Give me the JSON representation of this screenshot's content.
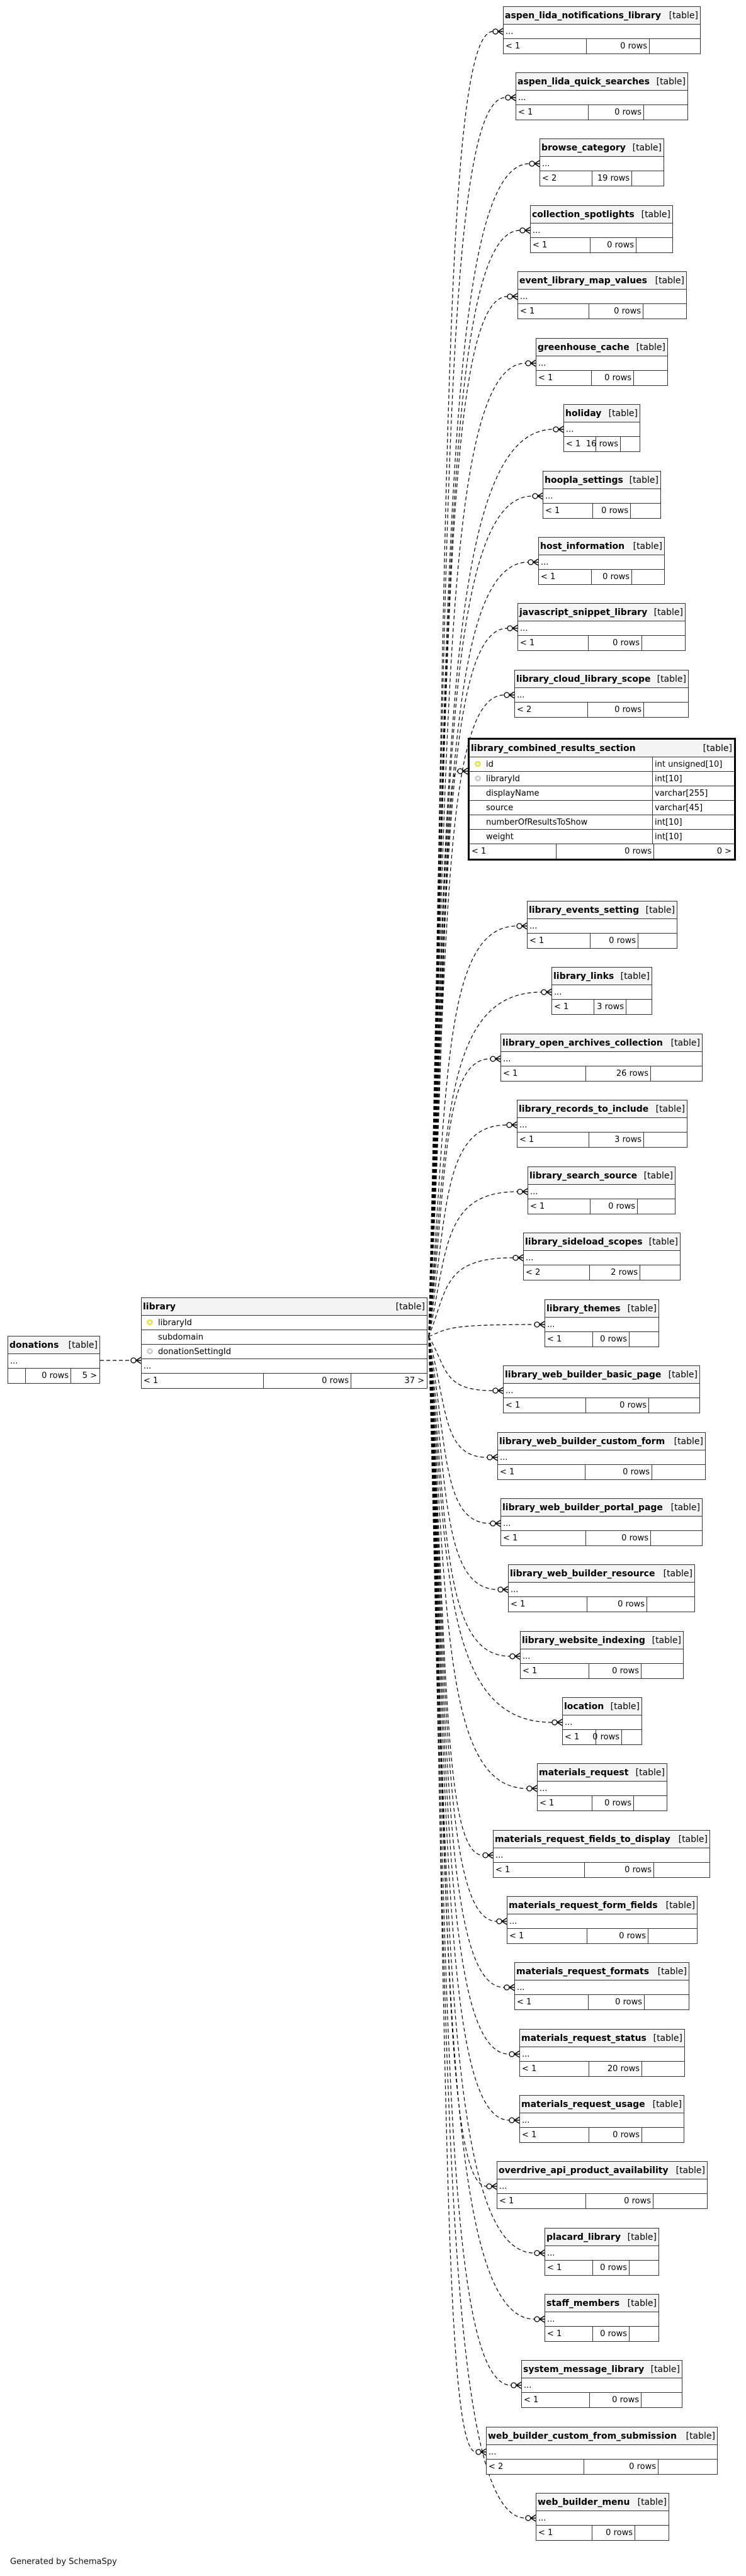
{
  "diagram": {
    "kind_label": "[table]",
    "ellipsis": "...",
    "footer": "Generated by SchemaSpy",
    "colors": {
      "primary_key": "#d8d800",
      "foreign_key": "#b8b8b8",
      "header_bg": "#f4f4f4"
    },
    "focus_table": {
      "name": "library",
      "columns": [
        {
          "name": "libraryId",
          "key": "primary-key"
        },
        {
          "name": "subdomain",
          "key": ""
        },
        {
          "name": "donationSettingId",
          "key": "foreign-key"
        }
      ],
      "parents": "< 1",
      "rows": "0 rows",
      "children": "37 >"
    },
    "parent_tables": [
      {
        "name": "donations",
        "parents": "",
        "rows": "0 rows",
        "children": "5 >"
      }
    ],
    "detailed_child": {
      "name": "library_combined_results_section",
      "columns": [
        {
          "name": "id",
          "type": "int unsigned[10]",
          "key": "primary-key"
        },
        {
          "name": "libraryId",
          "type": "int[10]",
          "key": "foreign-key"
        },
        {
          "name": "displayName",
          "type": "varchar[255]",
          "key": ""
        },
        {
          "name": "source",
          "type": "varchar[45]",
          "key": ""
        },
        {
          "name": "numberOfResultsToShow",
          "type": "int[10]",
          "key": ""
        },
        {
          "name": "weight",
          "type": "int[10]",
          "key": ""
        }
      ],
      "parents": "< 1",
      "rows": "0 rows",
      "children": "0 >"
    },
    "child_tables": [
      {
        "name": "aspen_lida_notifications_library",
        "parents": "< 1",
        "rows": "0 rows",
        "children": ""
      },
      {
        "name": "aspen_lida_quick_searches",
        "parents": "< 1",
        "rows": "0 rows",
        "children": ""
      },
      {
        "name": "browse_category",
        "parents": "< 2",
        "rows": "19 rows",
        "children": ""
      },
      {
        "name": "collection_spotlights",
        "parents": "< 1",
        "rows": "0 rows",
        "children": ""
      },
      {
        "name": "event_library_map_values",
        "parents": "< 1",
        "rows": "0 rows",
        "children": ""
      },
      {
        "name": "greenhouse_cache",
        "parents": "< 1",
        "rows": "0 rows",
        "children": ""
      },
      {
        "name": "holiday",
        "parents": "< 1",
        "rows": "16 rows",
        "children": ""
      },
      {
        "name": "hoopla_settings",
        "parents": "< 1",
        "rows": "0 rows",
        "children": ""
      },
      {
        "name": "host_information",
        "parents": "< 1",
        "rows": "0 rows",
        "children": ""
      },
      {
        "name": "javascript_snippet_library",
        "parents": "< 1",
        "rows": "0 rows",
        "children": ""
      },
      {
        "name": "library_cloud_library_scope",
        "parents": "< 2",
        "rows": "0 rows",
        "children": ""
      },
      {
        "name": "library_combined_results_section",
        "detailed": true
      },
      {
        "name": "library_events_setting",
        "parents": "< 1",
        "rows": "0 rows",
        "children": ""
      },
      {
        "name": "library_links",
        "parents": "< 1",
        "rows": "3 rows",
        "children": ""
      },
      {
        "name": "library_open_archives_collection",
        "parents": "< 1",
        "rows": "26 rows",
        "children": ""
      },
      {
        "name": "library_records_to_include",
        "parents": "< 1",
        "rows": "3 rows",
        "children": ""
      },
      {
        "name": "library_search_source",
        "parents": "< 1",
        "rows": "0 rows",
        "children": ""
      },
      {
        "name": "library_sideload_scopes",
        "parents": "< 2",
        "rows": "2 rows",
        "children": ""
      },
      {
        "name": "library_themes",
        "parents": "< 1",
        "rows": "0 rows",
        "children": ""
      },
      {
        "name": "library_web_builder_basic_page",
        "parents": "< 1",
        "rows": "0 rows",
        "children": ""
      },
      {
        "name": "library_web_builder_custom_form",
        "parents": "< 1",
        "rows": "0 rows",
        "children": ""
      },
      {
        "name": "library_web_builder_portal_page",
        "parents": "< 1",
        "rows": "0 rows",
        "children": ""
      },
      {
        "name": "library_web_builder_resource",
        "parents": "< 1",
        "rows": "0 rows",
        "children": ""
      },
      {
        "name": "library_website_indexing",
        "parents": "< 1",
        "rows": "0 rows",
        "children": ""
      },
      {
        "name": "location",
        "parents": "< 1",
        "rows": "0 rows",
        "children": ""
      },
      {
        "name": "materials_request",
        "parents": "< 1",
        "rows": "0 rows",
        "children": ""
      },
      {
        "name": "materials_request_fields_to_display",
        "parents": "< 1",
        "rows": "0 rows",
        "children": ""
      },
      {
        "name": "materials_request_form_fields",
        "parents": "< 1",
        "rows": "0 rows",
        "children": ""
      },
      {
        "name": "materials_request_formats",
        "parents": "< 1",
        "rows": "0 rows",
        "children": ""
      },
      {
        "name": "materials_request_status",
        "parents": "< 1",
        "rows": "20 rows",
        "children": ""
      },
      {
        "name": "materials_request_usage",
        "parents": "< 1",
        "rows": "0 rows",
        "children": ""
      },
      {
        "name": "overdrive_api_product_availability",
        "parents": "< 1",
        "rows": "0 rows",
        "children": ""
      },
      {
        "name": "placard_library",
        "parents": "< 1",
        "rows": "0 rows",
        "children": ""
      },
      {
        "name": "staff_members",
        "parents": "< 1",
        "rows": "0 rows",
        "children": ""
      },
      {
        "name": "system_message_library",
        "parents": "< 1",
        "rows": "0 rows",
        "children": ""
      },
      {
        "name": "web_builder_custom_from_submission",
        "parents": "< 2",
        "rows": "0 rows",
        "children": ""
      },
      {
        "name": "web_builder_menu",
        "parents": "< 1",
        "rows": "0 rows",
        "children": ""
      }
    ]
  }
}
